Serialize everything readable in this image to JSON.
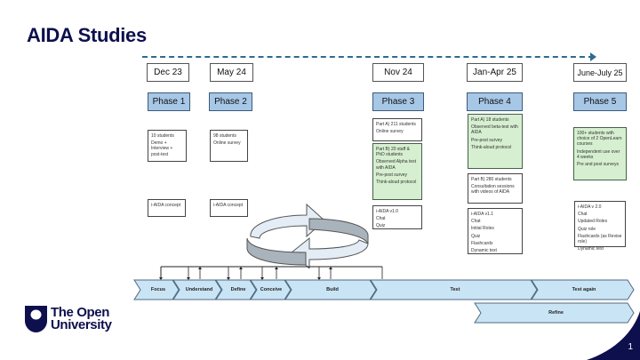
{
  "title": "AIDA Studies",
  "colors": {
    "title": "#0e0f4d",
    "phase_fill": "#a7c7e7",
    "note_green": "#d6efd0",
    "chevron_fill": "#c9e4f5",
    "timeline": "#2f6b8f",
    "brand": "#0e0f4d"
  },
  "phases": [
    {
      "date": "Dec 23",
      "label": "Phase 1",
      "study": [
        "10 students",
        "Demo + Interview + post-test"
      ],
      "tool": [
        "i-AIDA concept"
      ]
    },
    {
      "date": "May 24",
      "label": "Phase 2",
      "study": [
        "98 students",
        "Online survey"
      ],
      "tool": [
        "i-AIDA concept"
      ]
    },
    {
      "date": "Nov 24",
      "label": "Phase 3",
      "study_a": [
        "Part A) 211 students",
        "Online survey"
      ],
      "study_b": [
        "Part B) 20 staff & PhD students",
        "Observed Alpha test with AIDA",
        "Pre-post survey",
        "Think-aloud protocol"
      ],
      "tool": [
        "i-AIDA v1.0",
        "Chat",
        "Quiz"
      ]
    },
    {
      "date": "Jan-Apr 25",
      "label": "Phase 4",
      "study_a": [
        "Part A) 18 students",
        "Observed beta-test with AIDA",
        "Pre-post survey",
        "Think-aloud protocol"
      ],
      "study_b": [
        "Part B) 280 students",
        "Consultation sessions with videos of AIDA"
      ],
      "tool": [
        "i-AIDA v1.1",
        "Chat",
        "Initial Roles",
        "Quiz",
        "Flashcards",
        "Dynamic text"
      ]
    },
    {
      "date": "June-July 25",
      "label": "Phase 5",
      "study": [
        "100+ students with choice of 2 OpenLearn courses",
        "Independent use over 4 weeks",
        "Pre and post surveys"
      ],
      "tool": [
        "i-AIDA v 2.0",
        "Chat",
        "Updated Roles",
        "Quiz role",
        "Flashcards (as Revise role)",
        "Dynamic text"
      ]
    }
  ],
  "process_steps": [
    "Focus",
    "Understand",
    "Define",
    "Conceive",
    "Build",
    "Test",
    "Test again"
  ],
  "refine_step": "Refine",
  "logo": {
    "line1": "The Open",
    "line2": "University"
  },
  "page_number": "1"
}
